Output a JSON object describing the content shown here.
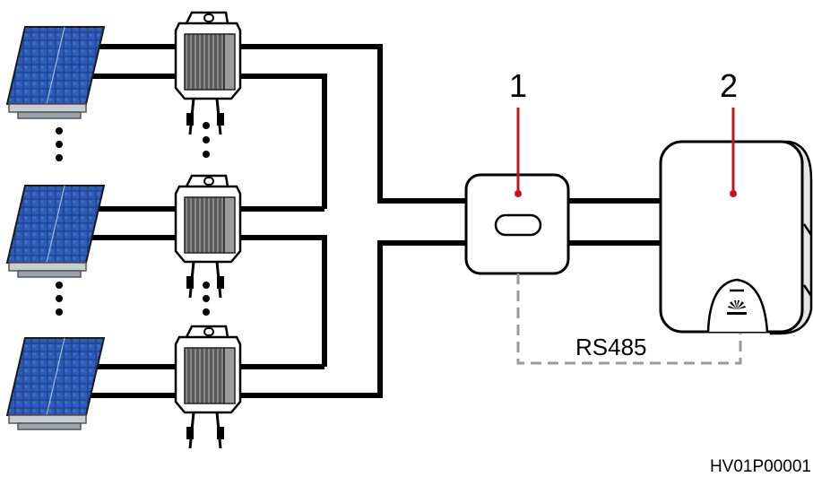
{
  "labels": {
    "device_1": "1",
    "device_2": "2",
    "comm_link": "RS485",
    "figure_code": "HV01P00001"
  },
  "colors": {
    "cable": "#000000",
    "callout": "#cc1122",
    "rs485_dashed": "#999999",
    "panel_cell": "#1e3f8a",
    "panel_frame": "#9aa4ad",
    "optimizer_body": "#6b6b6b"
  },
  "icons": {
    "pv_panel": "solar-panel-icon",
    "optimizer": "optimizer-icon",
    "device_1": "smart-power-sensor-icon",
    "device_2": "inverter-icon",
    "inverter_logo": "brand-logo-icon"
  },
  "groups": [
    {
      "name": "string-1",
      "panel": "pv-panel",
      "optimizer": "optimizer"
    },
    {
      "name": "string-2",
      "panel": "pv-panel",
      "optimizer": "optimizer"
    },
    {
      "name": "string-3",
      "panel": "pv-panel",
      "optimizer": "optimizer"
    }
  ]
}
